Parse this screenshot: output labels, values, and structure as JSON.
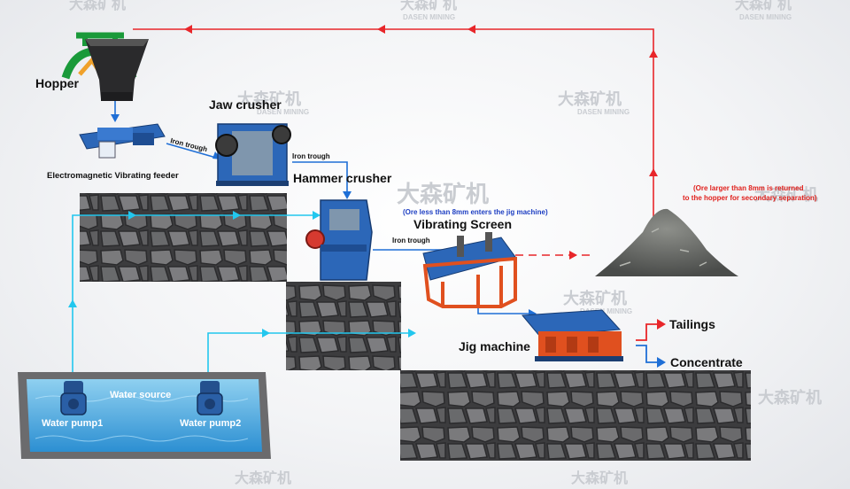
{
  "watermark": {
    "cn": "大森矿机",
    "en": "DASEN MINING"
  },
  "equipment": {
    "hopper": "Hopper",
    "feeder": "Electromagnetic Vibrating feeder",
    "jaw_crusher": "Jaw crusher",
    "hammer_crusher": "Hammer crusher",
    "vibrating_screen": "Vibrating Screen",
    "jig_machine": "Jig machine"
  },
  "connectors": {
    "trough_1": "Iron trough",
    "trough_2": "Iron trough",
    "trough_3": "Iron trough"
  },
  "notes": {
    "jig_entry": "(Ore less than 8mm enters the jig machine)",
    "return_line1": "(Ore larger than 8mm is returned",
    "return_line2": "to the hopper for secondary separation)"
  },
  "outputs": {
    "tailings": "Tailings",
    "concentrate": "Concentrate"
  },
  "water": {
    "source": "Water source",
    "pump1": "Water pump1",
    "pump2": "Water pump2"
  },
  "colors": {
    "return_line": "#e8262a",
    "flow_arrow": "#1f6fd6",
    "water_line": "#22c7ee",
    "machine_blue": "#2c67b8",
    "screen_orange": "#e0501f",
    "stone": "#6c6c6e",
    "note_blue": "#1d3ec2",
    "note_red": "#e0201c",
    "logo_green": "#1a9a3a",
    "logo_orange": "#f0a12a"
  }
}
